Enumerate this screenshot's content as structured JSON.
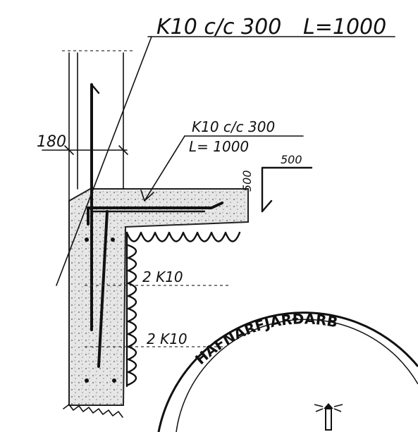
{
  "annotations": {
    "top_label": "K10 c/c 300",
    "top_length": "L=1000",
    "mid_label": "K10 c/c 300",
    "mid_length": "L= 1000",
    "width_dim": "180",
    "hook_horizontal": "500",
    "hook_vertical": "500",
    "bar_upper": "2 K10",
    "bar_lower": "2 K10"
  },
  "stamp": {
    "text": "HAFNARFJARÐARB"
  }
}
